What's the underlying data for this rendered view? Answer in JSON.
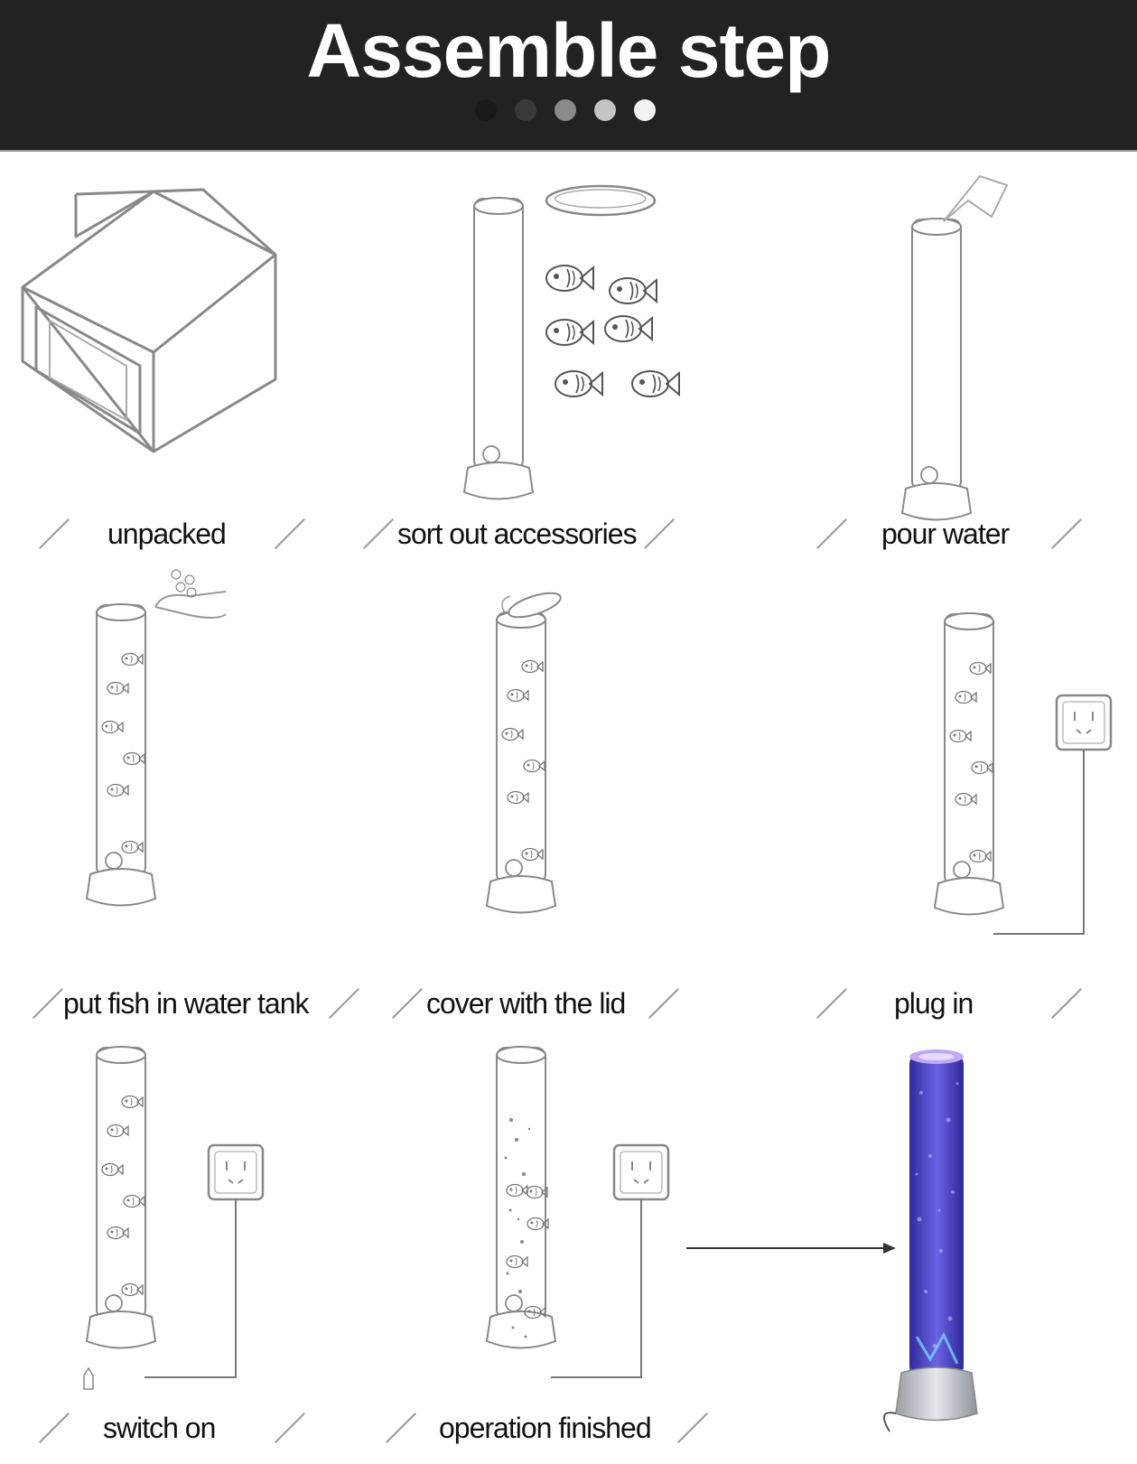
{
  "header": {
    "title": "Assemble step",
    "dots": [
      "#1a1a1a",
      "#3a3a3a",
      "#8a8a8a",
      "#c4c4c4",
      "#f2f2f2"
    ]
  },
  "steps": [
    {
      "label": "unpacked",
      "icon": "box-icon"
    },
    {
      "label": "sort out accessories",
      "icon": "tube-and-fish-icon"
    },
    {
      "label": "pour water",
      "icon": "pour-water-icon"
    },
    {
      "label": "put fish in water tank",
      "icon": "tube-with-fish-icon"
    },
    {
      "label": "cover with the lid",
      "icon": "tube-lid-icon"
    },
    {
      "label": "plug in",
      "icon": "tube-plug-icon"
    },
    {
      "label": "switch on",
      "icon": "tube-switch-icon"
    },
    {
      "label": "operation finished",
      "icon": "tube-bubbles-icon"
    }
  ],
  "result": {
    "icon": "lit-bubble-tube-icon",
    "glow_color": "#5a4fd8"
  }
}
